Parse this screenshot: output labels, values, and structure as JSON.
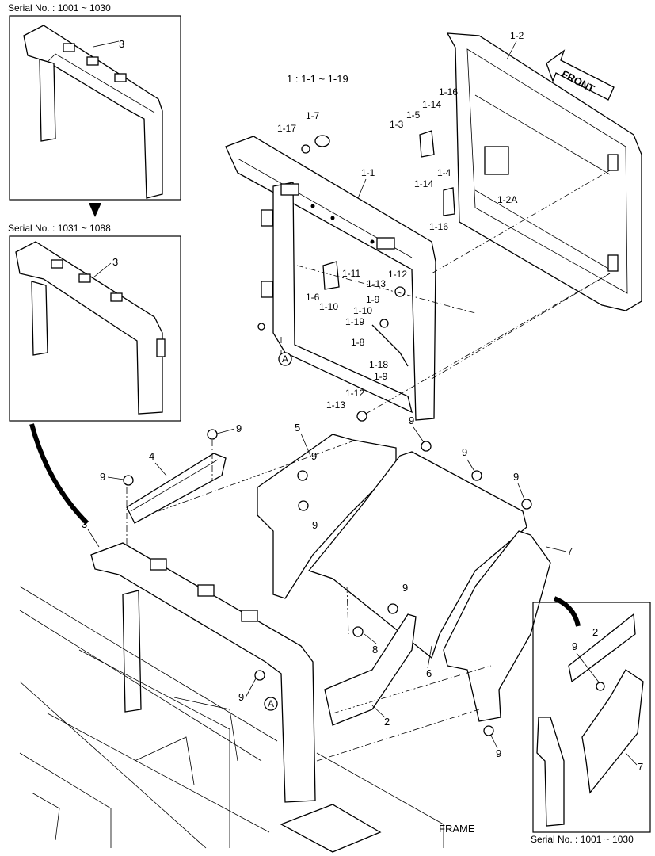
{
  "serial_labels": {
    "top_left": "Serial No. : 1001 ~ 1030",
    "mid_left": "Serial No. : 1031 ~ 1088",
    "bottom_right": "Serial No. : 1001 ~ 1030"
  },
  "assembly_note": "1 : 1-1 ~ 1-19",
  "front_label": "FRONT",
  "frame_label": "FRAME",
  "callout_marker": "A",
  "parts": {
    "p3": "3",
    "p3b": "3",
    "p3c": "3",
    "p1_1": "1-1",
    "p1_2": "1-2",
    "p1_2A": "1-2A",
    "p1_3": "1-3",
    "p1_4": "1-4",
    "p1_5": "1-5",
    "p1_6": "1-6",
    "p1_7": "1-7",
    "p1_8": "1-8",
    "p1_9a": "1-9",
    "p1_9b": "1-9",
    "p1_10a": "1-10",
    "p1_10b": "1-10",
    "p1_11": "1-11",
    "p1_12a": "1-12",
    "p1_12b": "1-12",
    "p1_13a": "1-13",
    "p1_13b": "1-13",
    "p1_14a": "1-14",
    "p1_14b": "1-14",
    "p1_16a": "1-16",
    "p1_16b": "1-16",
    "p1_17": "1-17",
    "p1_18": "1-18",
    "p1_19": "1-19",
    "p2": "2",
    "p2b": "2",
    "p4": "4",
    "p5": "5",
    "p6": "6",
    "p7": "7",
    "p7b": "7",
    "p8": "8",
    "p9a": "9",
    "p9b": "9",
    "p9c": "9",
    "p9d": "9",
    "p9e": "9",
    "p9f": "9",
    "p9g": "9",
    "p9h": "9",
    "p9i": "9",
    "p9j": "9",
    "p9k": "9"
  }
}
